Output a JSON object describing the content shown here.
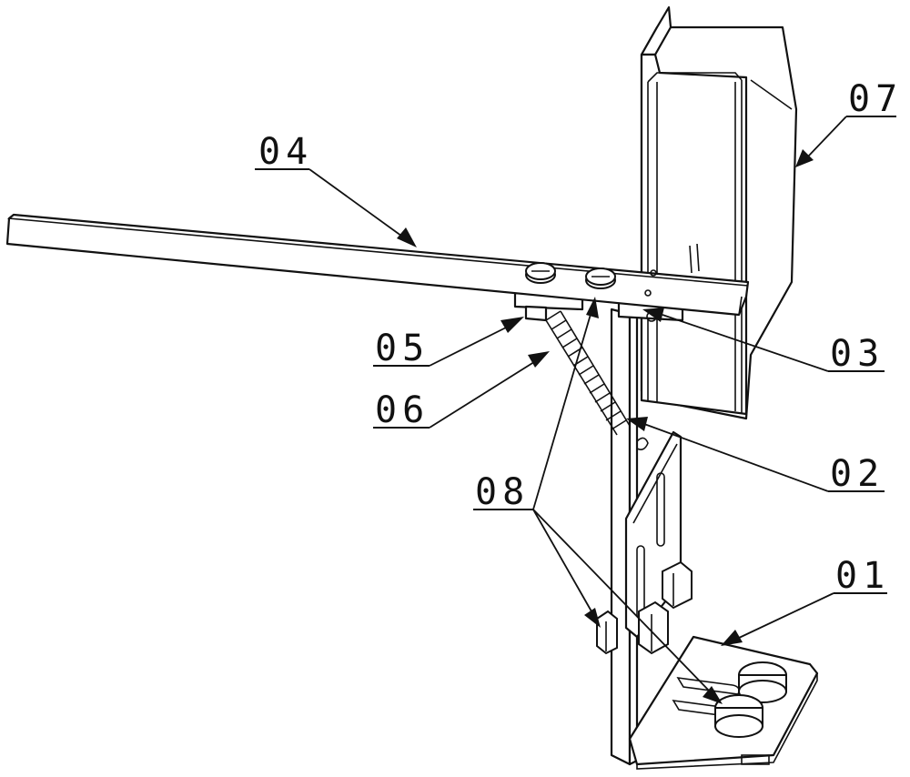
{
  "callouts": [
    {
      "id": "04",
      "text": "04"
    },
    {
      "id": "07",
      "text": "07"
    },
    {
      "id": "05",
      "text": "05"
    },
    {
      "id": "03",
      "text": "03"
    },
    {
      "id": "06",
      "text": "06"
    },
    {
      "id": "02",
      "text": "02"
    },
    {
      "id": "08",
      "text": "08"
    },
    {
      "id": "01",
      "text": "01"
    }
  ]
}
